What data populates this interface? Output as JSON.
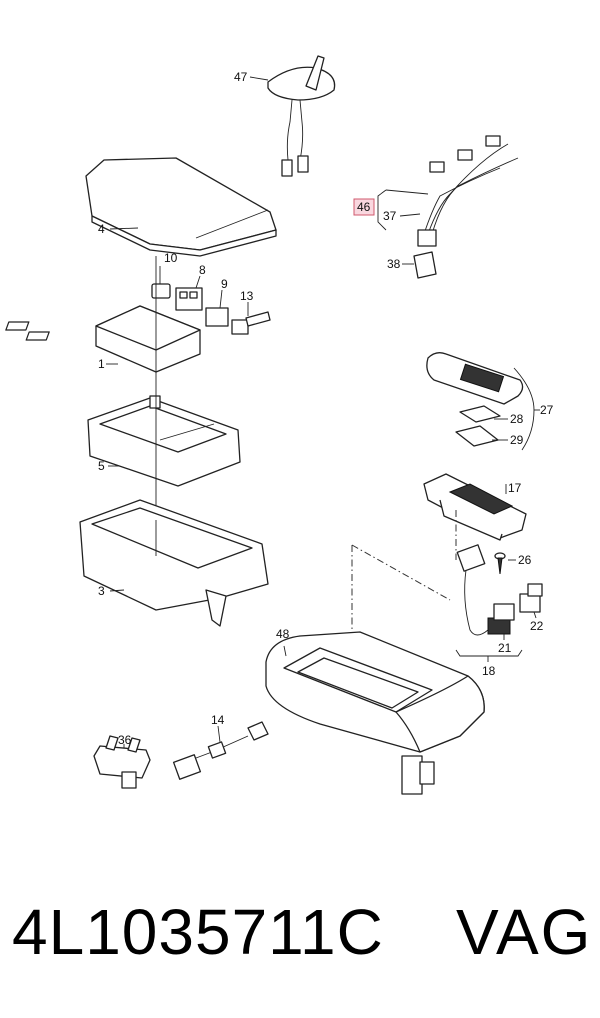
{
  "callouts": {
    "c1": "1",
    "c3": "3",
    "c4": "4",
    "c5": "5",
    "c8": "8",
    "c9": "9",
    "c10": "10",
    "c13": "13",
    "c14": "14",
    "c17": "17",
    "c18": "18",
    "c21": "21",
    "c22": "22",
    "c26": "26",
    "c27": "27",
    "c28": "28",
    "c29": "29",
    "c36": "36",
    "c37": "37",
    "c38": "38",
    "c46": "46",
    "c47": "47",
    "c48": "48"
  },
  "highlight": {
    "callout": "46",
    "color": "#f9d7df",
    "border": "#d0586e"
  },
  "footer": {
    "part_number": "4L1035711C",
    "brand": "VAG"
  }
}
